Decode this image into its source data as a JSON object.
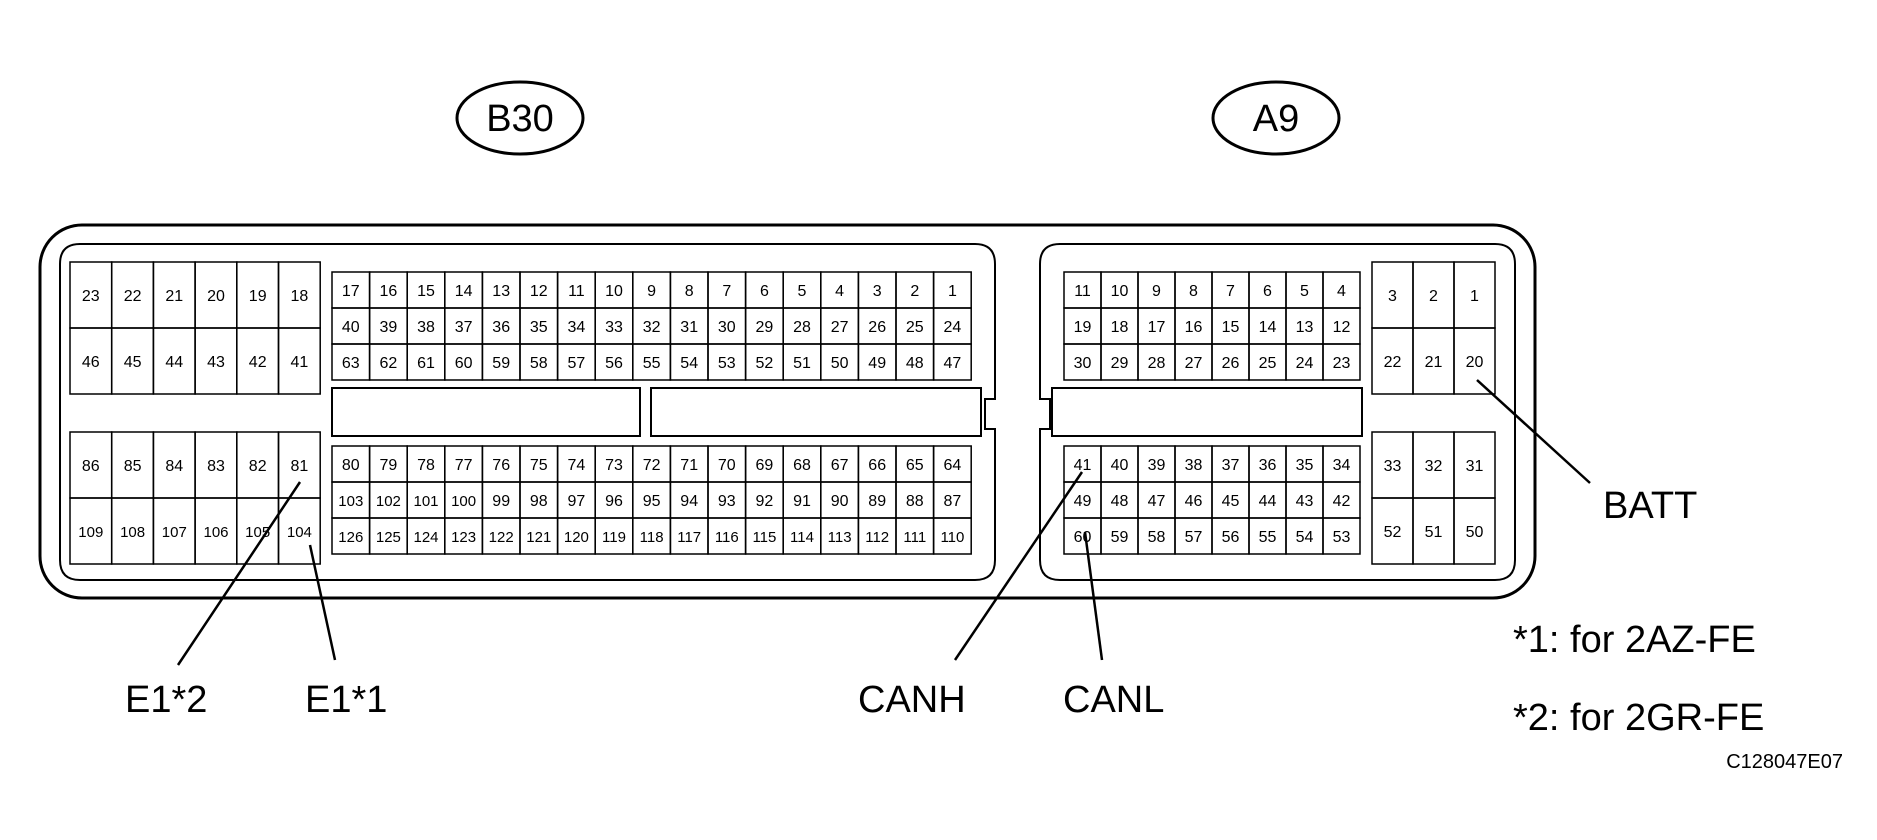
{
  "connectors": {
    "b30": {
      "name": "B30",
      "block_upper_left": [
        [
          "23",
          "22",
          "21",
          "20",
          "19",
          "18"
        ],
        [
          "46",
          "45",
          "44",
          "43",
          "42",
          "41"
        ]
      ],
      "block_upper_main": [
        [
          "17",
          "16",
          "15",
          "14",
          "13",
          "12",
          "11",
          "10",
          "9",
          "8",
          "7",
          "6",
          "5",
          "4",
          "3",
          "2",
          "1"
        ],
        [
          "40",
          "39",
          "38",
          "37",
          "36",
          "35",
          "34",
          "33",
          "32",
          "31",
          "30",
          "29",
          "28",
          "27",
          "26",
          "25",
          "24"
        ],
        [
          "63",
          "62",
          "61",
          "60",
          "59",
          "58",
          "57",
          "56",
          "55",
          "54",
          "53",
          "52",
          "51",
          "50",
          "49",
          "48",
          "47"
        ]
      ],
      "block_lower_left": [
        [
          "86",
          "85",
          "84",
          "83",
          "82",
          "81"
        ],
        [
          "109",
          "108",
          "107",
          "106",
          "105",
          "104"
        ]
      ],
      "block_lower_main": [
        [
          "80",
          "79",
          "78",
          "77",
          "76",
          "75",
          "74",
          "73",
          "72",
          "71",
          "70",
          "69",
          "68",
          "67",
          "66",
          "65",
          "64"
        ],
        [
          "103",
          "102",
          "101",
          "100",
          "99",
          "98",
          "97",
          "96",
          "95",
          "94",
          "93",
          "92",
          "91",
          "90",
          "89",
          "88",
          "87"
        ],
        [
          "126",
          "125",
          "124",
          "123",
          "122",
          "121",
          "120",
          "119",
          "118",
          "117",
          "116",
          "115",
          "114",
          "113",
          "112",
          "111",
          "110"
        ]
      ]
    },
    "a9": {
      "name": "A9",
      "block_upper_main": [
        [
          "11",
          "10",
          "9",
          "8",
          "7",
          "6",
          "5",
          "4"
        ],
        [
          "19",
          "18",
          "17",
          "16",
          "15",
          "14",
          "13",
          "12"
        ],
        [
          "30",
          "29",
          "28",
          "27",
          "26",
          "25",
          "24",
          "23"
        ]
      ],
      "block_upper_right": [
        [
          "3",
          "2",
          "1"
        ],
        [
          "22",
          "21",
          "20"
        ]
      ],
      "block_lower_main": [
        [
          "41",
          "40",
          "39",
          "38",
          "37",
          "36",
          "35",
          "34"
        ],
        [
          "49",
          "48",
          "47",
          "46",
          "45",
          "44",
          "43",
          "42"
        ],
        [
          "60",
          "59",
          "58",
          "57",
          "56",
          "55",
          "54",
          "53"
        ]
      ],
      "block_lower_right": [
        [
          "33",
          "32",
          "31"
        ],
        [
          "52",
          "51",
          "50"
        ]
      ]
    }
  },
  "callouts": {
    "e1_2": "E1*2",
    "e1_1": "E1*1",
    "canh": "CANH",
    "canl": "CANL",
    "batt": "BATT"
  },
  "notes": {
    "note1": "*1: for 2AZ-FE",
    "note2": "*2: for 2GR-FE"
  },
  "figure_code": "C128047E07"
}
